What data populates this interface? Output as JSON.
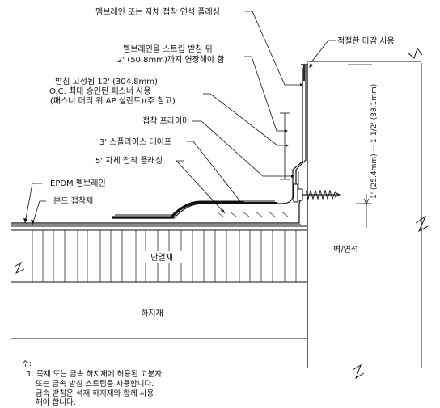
{
  "labels": {
    "membrane_flashing": "멤브레인 또는 자체 접착 연석 플래싱",
    "appropriate_termination": "적절한 마감 사용",
    "extend_membrane_1": "멤브레인을 스트립 받침 위",
    "extend_membrane_2": "2' (50.8mm)까지 연장해야 함",
    "fastener_1": "받침 고정됨 12' (304.8mm)",
    "fastener_2": "O.C. 최대 승인된 패스너 사용",
    "fastener_3": "(패스너 머리 위 AP 실란트)(주 참고)",
    "primer": "접착 프라이머",
    "splice_tape": "3' 스플라이스 테이프",
    "self_adhering_flashing": "5' 자체 접착 플래싱",
    "epdm": "EPDM 멤브레인",
    "bonding_adhesive": "본드 접착제",
    "insulation": "단열재",
    "substrate": "하지재",
    "wall": "벽/연석",
    "dimension": "1' (25.4mm) ~ 1-1/2' (38.1mm)"
  },
  "notes": {
    "title": "주:",
    "line1": "1. 목재 또는 금속 하지재에 허용된 고분자",
    "line2": "또는 금속 받침 스트립을 사용합니다.",
    "line3": "금속 받침은 석재 하지재와 함께 사용",
    "line4": "해야 합니다."
  }
}
